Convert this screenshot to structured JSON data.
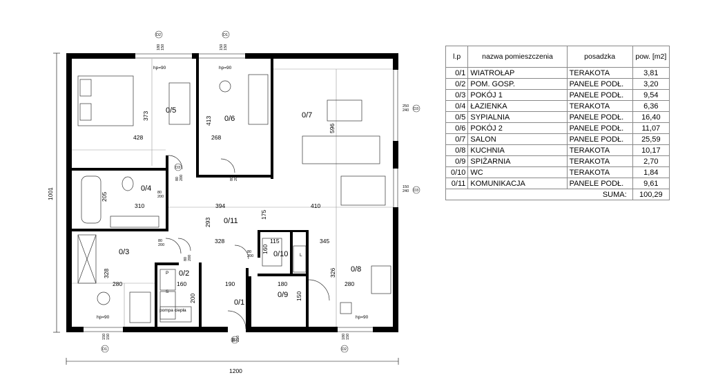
{
  "rooms": [
    {
      "id": "0/1",
      "name": "WIATROŁAP",
      "floor": "TERAKOTA",
      "area": "3,81"
    },
    {
      "id": "0/2",
      "name": "POM. GOSP.",
      "floor": "PANELE PODŁ.",
      "area": "3,20"
    },
    {
      "id": "0/3",
      "name": "POKÓJ 1",
      "floor": "PANELE PODŁ.",
      "area": "9,54"
    },
    {
      "id": "0/4",
      "name": "ŁAZIENKA",
      "floor": "TERAKOTA",
      "area": "6,36"
    },
    {
      "id": "0/5",
      "name": "SYPIALNIA",
      "floor": "PANELE PODŁ.",
      "area": "16,40"
    },
    {
      "id": "0/6",
      "name": "POKÓJ 2",
      "floor": "PANELE PODŁ.",
      "area": "11,07"
    },
    {
      "id": "0/7",
      "name": "SALON",
      "floor": "PANELE PODŁ.",
      "area": "25,59"
    },
    {
      "id": "0/8",
      "name": "KUCHNIA",
      "floor": "TERAKOTA",
      "area": "10,17"
    },
    {
      "id": "0/9",
      "name": "SPIŻARNIA",
      "floor": "TERAKOTA",
      "area": "2,70"
    },
    {
      "id": "0/10",
      "name": "WC",
      "floor": "TERAKOTA",
      "area": "1,84"
    },
    {
      "id": "0/11",
      "name": "KOMUNIKACJA",
      "floor": "PANELE PODŁ.",
      "area": "9,61"
    }
  ],
  "legend": {
    "col_lp": "l.p",
    "col_name": "nazwa pomieszczenia",
    "col_floor": "posadzka",
    "col_area": "pow. [m2]",
    "sum_label": "SUMA:",
    "sum_value": "100,29"
  },
  "plan": {
    "overall_width": "1200",
    "overall_height": "1001",
    "dimensions": [
      "428",
      "373",
      "268",
      "413",
      "596",
      "205",
      "310",
      "394",
      "410",
      "293",
      "175",
      "328",
      "115",
      "160",
      "345",
      "328",
      "280",
      "160",
      "200",
      "190",
      "180",
      "150",
      "326",
      "280"
    ],
    "door_tags": [
      "80\n200",
      "80\n200",
      "80\n200",
      "80\n200",
      "80\n200",
      "80\n200",
      "90\n210"
    ],
    "window_tags": [
      "180\n150",
      "150\n150",
      "250\n240",
      "150\n240",
      "150\n150",
      "180\n150"
    ],
    "window_codes": [
      "D2",
      "D1",
      "D3",
      "D3",
      "D1",
      "D2",
      "D2",
      "D3"
    ],
    "hp_labels": [
      "hp=90",
      "hp=90",
      "hp=90",
      "hp=90"
    ],
    "small_labels": [
      "P",
      "S",
      "pompa ciepła",
      "L"
    ]
  },
  "colors": {
    "wall": "#000000",
    "line": "#333333",
    "grid": "#999999"
  }
}
